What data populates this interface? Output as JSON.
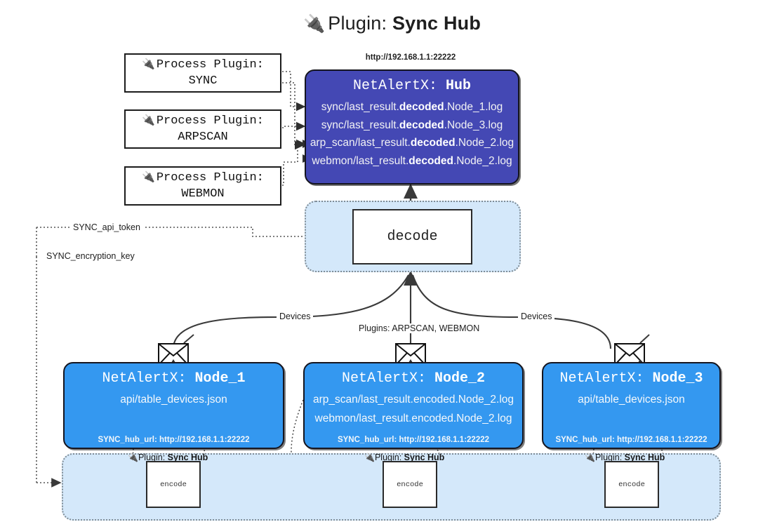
{
  "title": {
    "icon": "plug-icon",
    "prefix": "Plugin: ",
    "name": "Sync Hub"
  },
  "process_plugins": [
    {
      "label": "Process Plugin:",
      "name": "SYNC",
      "icon": "plug-icon"
    },
    {
      "label": "Process Plugin:",
      "name": "ARPSCAN",
      "icon": "plug-icon"
    },
    {
      "label": "Process Plugin:",
      "name": "WEBMON",
      "icon": "plug-icon"
    }
  ],
  "hub": {
    "url": "http://192.168.1.1:22222",
    "header_prefix": "NetAlertX: ",
    "header_name": "Hub",
    "logs": [
      {
        "pre": "sync/last_result.",
        "em": "decoded",
        "post": ".Node_1.log"
      },
      {
        "pre": "sync/last_result.",
        "em": "decoded",
        "post": ".Node_3.log"
      },
      {
        "pre": "arp_scan/last_result.",
        "em": "decoded",
        "post": ".Node_2.log"
      },
      {
        "pre": "webmon/last_result.",
        "em": "decoded",
        "post": ".Node_2.log"
      }
    ]
  },
  "decode": {
    "label": "decode"
  },
  "secrets": {
    "api_token": "SYNC_api_token",
    "encryption_key": "SYNC_encryption_key"
  },
  "edges": {
    "devices_left": "Devices",
    "devices_right": "Devices",
    "plugins_mid": "Plugins: ARPSCAN, WEBMON"
  },
  "nodes": [
    {
      "header_prefix": "NetAlertX: ",
      "header_name": "Node_1",
      "icon": "envelope-icon",
      "lines": [
        "api/table_devices.json"
      ],
      "url_label": "SYNC_hub_url: ",
      "url_value": "http://192.168.1.1:22222"
    },
    {
      "header_prefix": "NetAlertX: ",
      "header_name": "Node_2",
      "icon": "envelope-icon",
      "lines": [
        "arp_scan/last_result.encoded.Node_2.log",
        "webmon/last_result.encoded.Node_2.log"
      ],
      "url_label": "SYNC_hub_url: ",
      "url_value": "http://192.168.1.1:22222"
    },
    {
      "header_prefix": "NetAlertX: ",
      "header_name": "Node_3",
      "icon": "envelope-icon",
      "lines": [
        "api/table_devices.json"
      ],
      "url_label": "SYNC_hub_url: ",
      "url_value": "http://192.168.1.1:22222"
    }
  ],
  "encoders": [
    {
      "caption_prefix": "Plugin: ",
      "caption_name": "Sync Hub",
      "box_label": "encode",
      "icon": "plug-icon"
    },
    {
      "caption_prefix": "Plugin: ",
      "caption_name": "Sync Hub",
      "box_label": "encode",
      "icon": "plug-icon"
    },
    {
      "caption_prefix": "Plugin: ",
      "caption_name": "Sync Hub",
      "box_label": "encode",
      "icon": "plug-icon"
    }
  ],
  "colors": {
    "hub_bg": "#4448b4",
    "node_bg": "#3498f0",
    "band_bg": "#d4e8fa",
    "stroke": "#2a2a2a"
  }
}
